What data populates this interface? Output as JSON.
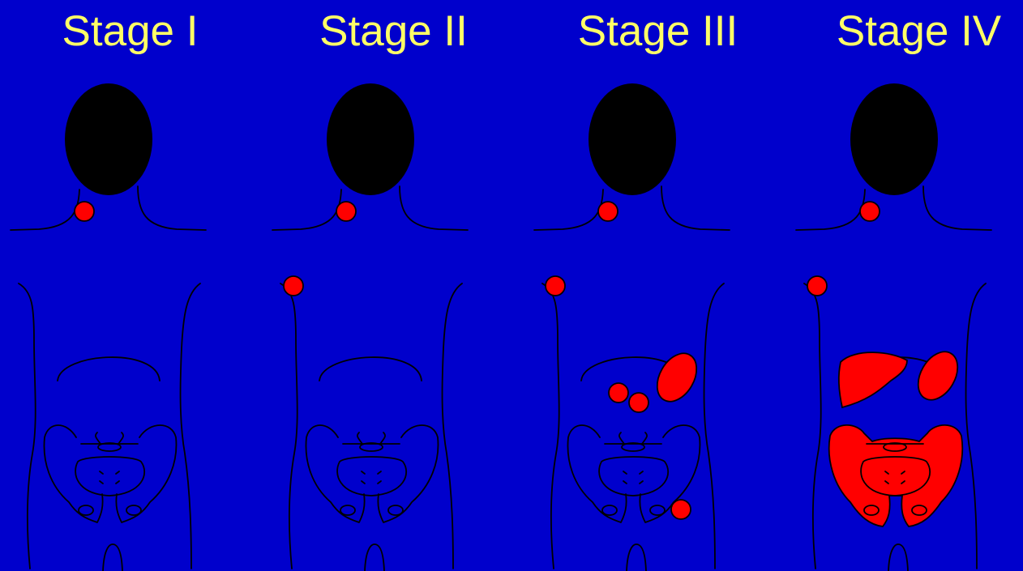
{
  "stages": [
    {
      "label": "Stage I"
    },
    {
      "label": "Stage II"
    },
    {
      "label": "Stage III"
    },
    {
      "label": "Stage IV"
    }
  ],
  "colors": {
    "background": "#0000cc",
    "title": "#ffff66",
    "involvement": "#ff0000",
    "outline": "#000000"
  }
}
